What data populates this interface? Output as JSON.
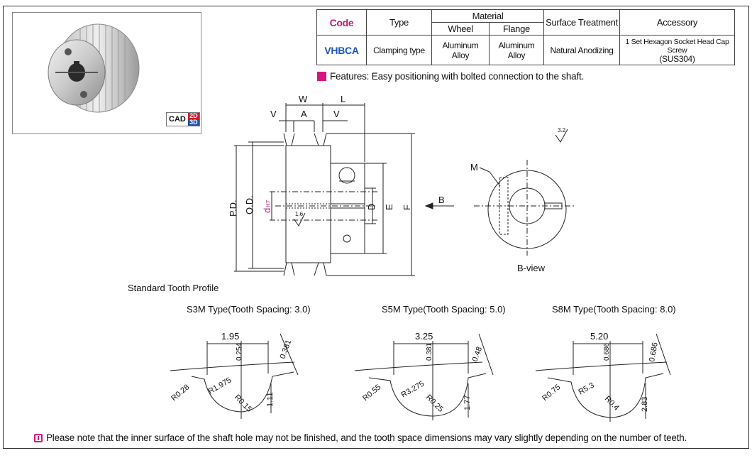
{
  "table": {
    "headers": {
      "code": "Code",
      "type": "Type",
      "material": "Material",
      "wheel": "Wheel",
      "flange": "Flange",
      "surface": "Surface Treatment",
      "accessory": "Accessory"
    },
    "row": {
      "code": "VHBCA",
      "type": "Clamping type",
      "wheel": "Aluminum Alloy",
      "flange": "Aluminum Alloy",
      "surface": "Natural Anodizing",
      "accessory_line1": "1 Set Hexagon Socket Head Cap Screw",
      "accessory_line2": "(SUS304)"
    }
  },
  "features": "Features: Easy positioning with bolted connection to the shaft.",
  "cad": {
    "cad": "CAD",
    "d2": "2D",
    "d3": "3D"
  },
  "drawing": {
    "W": "W",
    "L": "L",
    "V": "V",
    "A": "A",
    "PD": "P.D.",
    "OD": "O.D.",
    "dH7": "d",
    "dH7_sub": "H7",
    "D": "D",
    "E": "E",
    "F": "F",
    "B": "B",
    "M": "M",
    "rough1": "1.6",
    "rough2": "3.2",
    "bview": "B-view"
  },
  "tooth": {
    "title": "Standard Tooth Profile",
    "s3m": {
      "title": "S3M Type(Tooth Spacing: 3.0)",
      "w": "1.95",
      "d1": "0.254",
      "d2": "0.381",
      "r1": "R0.28",
      "r2": "R1.975",
      "r3": "R0.15",
      "h": "1.11"
    },
    "s5m": {
      "title": "S5M Type(Tooth Spacing: 5.0)",
      "w": "3.25",
      "d1": "0.381",
      "d2": "0.48",
      "r1": "R0.55",
      "r2": "R3.275",
      "r3": "R0.25",
      "h": "1.77"
    },
    "s8m": {
      "title": "S8M Type(Tooth Spacing: 8.0)",
      "w": "5.20",
      "d1": "0.686",
      "d2": "0.686",
      "r1": "R0.75",
      "r2": "R5.3",
      "r3": "R0.4",
      "h": "2.83"
    }
  },
  "note": "Please note that the inner surface of the shaft hole may not be finished, and the tooth space dimensions may vary slightly depending on the number of teeth.",
  "colors": {
    "accent_magenta": "#d4157f",
    "code_blue": "#1a56b3",
    "cad_red": "#d11b2d",
    "cad_blue": "#1f4fa8"
  }
}
